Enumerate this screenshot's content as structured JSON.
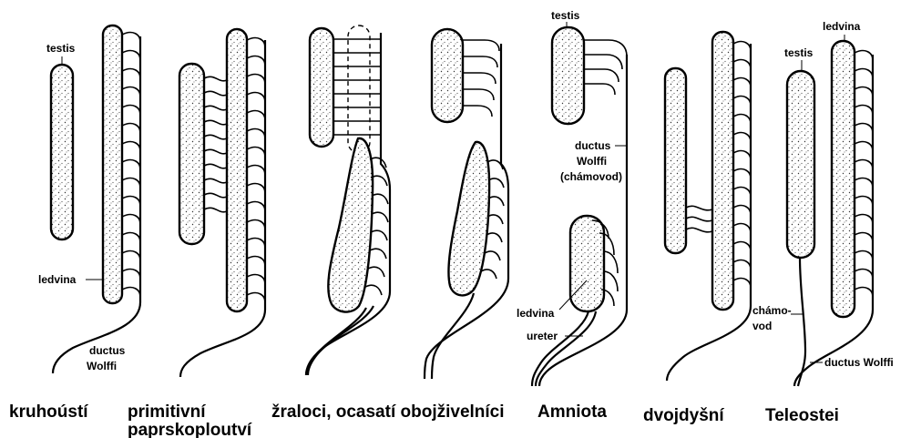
{
  "labels": {
    "testis": "testis",
    "ledvina": "ledvina",
    "ductus_wolffi": "ductus Wolffi",
    "ductus_line1": "ductus",
    "ductus_line2": "Wolffi",
    "chamovod_paren": "(chámovod)",
    "chamovod_a": "chámo-",
    "chamovod_b": "vod",
    "ureter": "ureter"
  },
  "captions": [
    {
      "text": "kruhoústí"
    },
    {
      "text": "primitivní"
    },
    {
      "text": "paprskoploutví"
    },
    {
      "text": "žraloci, ocasatí obojživelníci"
    },
    {
      "text": "Amniota"
    },
    {
      "text": "dvojdyšní"
    },
    {
      "text": "Teleostei"
    }
  ]
}
